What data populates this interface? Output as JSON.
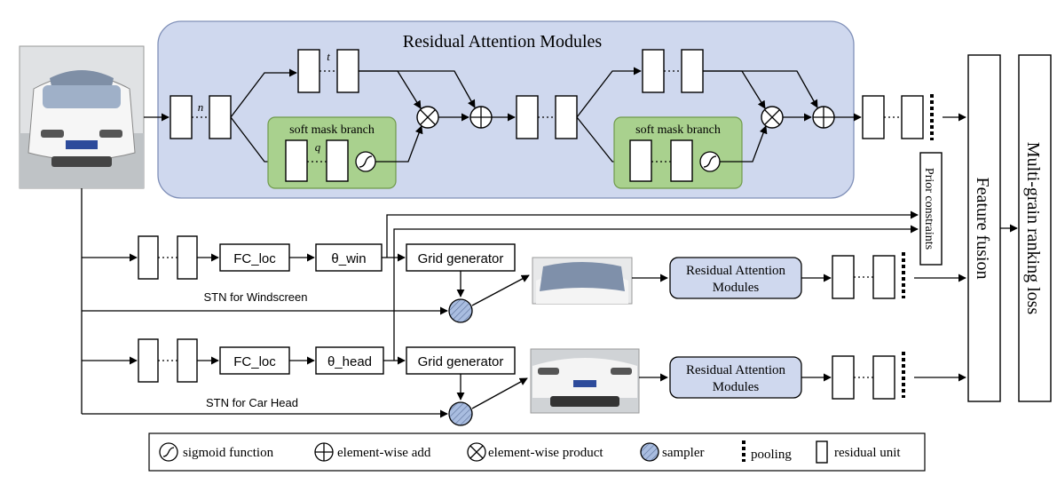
{
  "title": "Residual Attention Modules",
  "labels": {
    "n": "n",
    "t": "t",
    "q": "q",
    "soft_mask_1": "soft mask branch",
    "soft_mask_2": "soft mask branch",
    "prior_constraints": "Prior constraints",
    "feature_fusion": "Feature fusion",
    "ranking_loss": "Multi-grain ranking loss",
    "fc_loc_1": "FC_loc",
    "fc_loc_2": "FC_loc",
    "theta_win": "θ_win",
    "theta_head": "θ_head",
    "grid_gen_1": "Grid generator",
    "grid_gen_2": "Grid generator",
    "ram_small_1a": "Residual Attention",
    "ram_small_1b": "Modules",
    "ram_small_2a": "Residual Attention",
    "ram_small_2b": "Modules",
    "stn_win": "STN for Windscreen",
    "stn_head": "STN for Car Head"
  },
  "legend": {
    "sigmoid": "sigmoid function",
    "add": "element-wise add",
    "product": "element-wise product",
    "sampler": "sampler",
    "pooling": "pooling",
    "residual": "residual unit"
  },
  "colors": {
    "ram_fill": "#cfd8ee",
    "ram_stroke": "#8090b8",
    "mask_fill": "#a9d18e",
    "mask_stroke": "#6f9a4a",
    "sampler_fill": "#a9bde0"
  }
}
